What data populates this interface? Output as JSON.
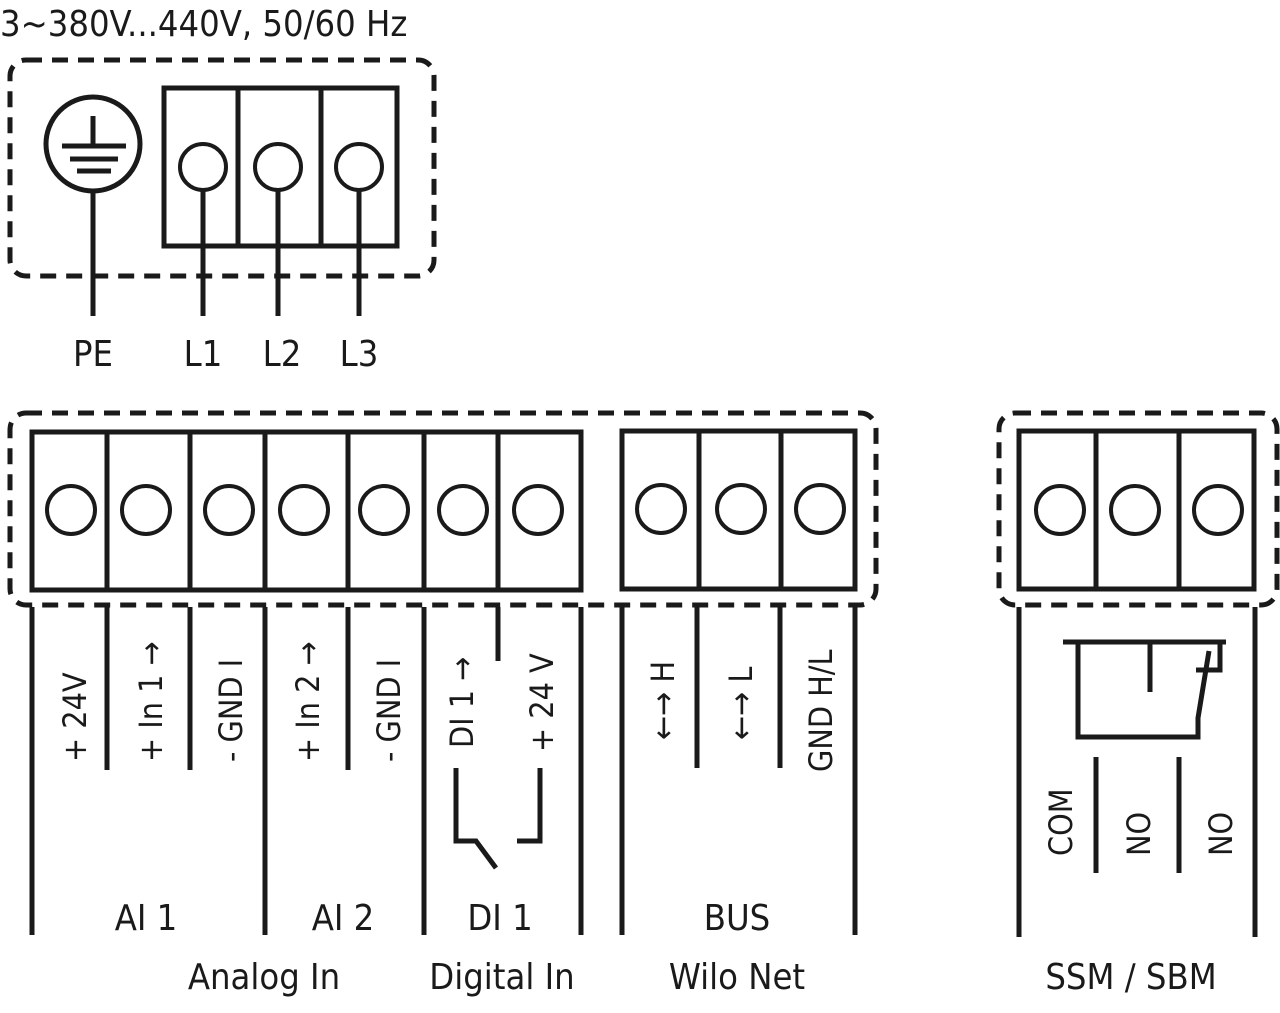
{
  "power": {
    "title": "3~380V...440V, 50/60 Hz",
    "terminals": [
      "PE",
      "L1",
      "L2",
      "L3"
    ]
  },
  "control": {
    "terminal_labels": [
      "+ 24V",
      "+ In 1 →",
      "- GND I",
      "+ In 2 →",
      "- GND I",
      "DI 1 →",
      "+ 24 V"
    ],
    "bus_labels": [
      "←→ H",
      "←→ L",
      "GND H/L"
    ],
    "groups": {
      "ai1": "AI 1",
      "ai2": "AI 2",
      "di1": "DI 1",
      "bus": "BUS",
      "analog_in": "Analog In",
      "digital_in": "Digital In",
      "wilo_net": "Wilo Net"
    }
  },
  "relay": {
    "terminal_labels": [
      "COM",
      "NO",
      "NO"
    ],
    "group": "SSM / SBM"
  },
  "icons": {
    "earth": "ground-symbol",
    "switch": "normally-open-switch",
    "relay": "relay-contact"
  }
}
